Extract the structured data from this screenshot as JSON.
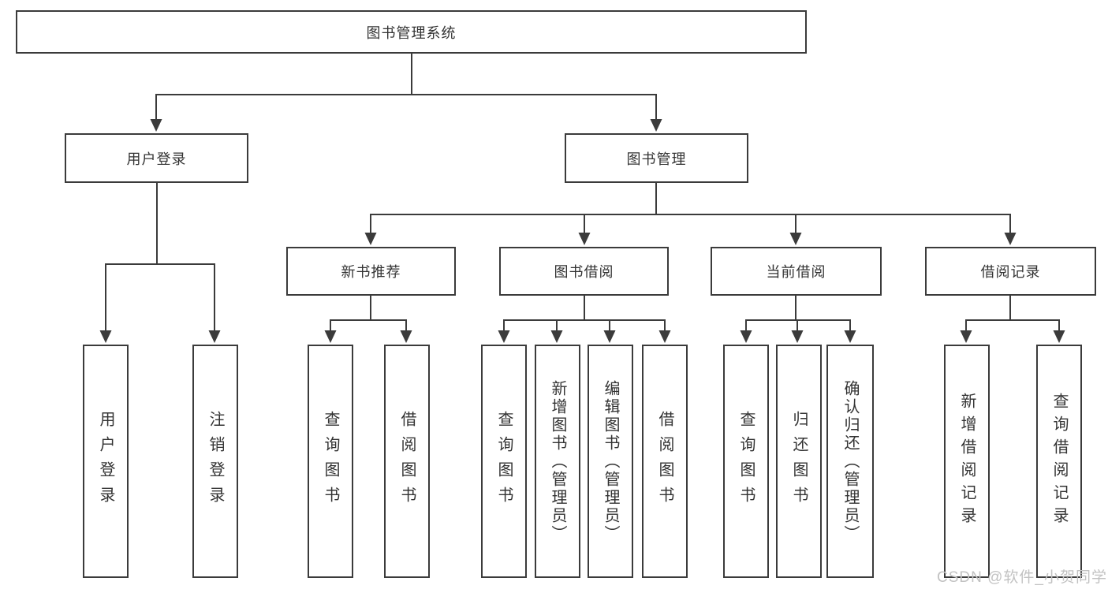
{
  "diagram": {
    "title": "图书管理系统",
    "root": {
      "label": "图书管理系统"
    },
    "level2": [
      {
        "label": "用户登录"
      },
      {
        "label": "图书管理"
      }
    ],
    "level3": [
      {
        "label": "新书推荐",
        "parent": "图书管理"
      },
      {
        "label": "图书借阅",
        "parent": "图书管理"
      },
      {
        "label": "当前借阅",
        "parent": "图书管理"
      },
      {
        "label": "借阅记录",
        "parent": "图书管理"
      }
    ],
    "leaves": [
      {
        "label": "用户登录",
        "parent": "用户登录"
      },
      {
        "label": "注销登录",
        "parent": "用户登录"
      },
      {
        "label": "查询图书",
        "parent": "新书推荐"
      },
      {
        "label": "借阅图书",
        "parent": "新书推荐"
      },
      {
        "label": "查询图书",
        "parent": "图书借阅"
      },
      {
        "label": "新增图书（管理员）",
        "parent": "图书借阅"
      },
      {
        "label": "编辑图书（管理员）",
        "parent": "图书借阅"
      },
      {
        "label": "借阅图书",
        "parent": "图书借阅"
      },
      {
        "label": "查询图书",
        "parent": "当前借阅"
      },
      {
        "label": "归还图书",
        "parent": "当前借阅"
      },
      {
        "label": "确认归还（管理员）",
        "parent": "当前借阅"
      },
      {
        "label": "新增借阅记录",
        "parent": "借阅记录"
      },
      {
        "label": "查询借阅记录",
        "parent": "借阅记录"
      }
    ],
    "colors": {
      "line": "#3b3b3b",
      "text": "#333333",
      "background": "#ffffff",
      "watermark_text_color": "#c2c2c2"
    },
    "watermark": "CSDN @软件_小贺同学"
  }
}
